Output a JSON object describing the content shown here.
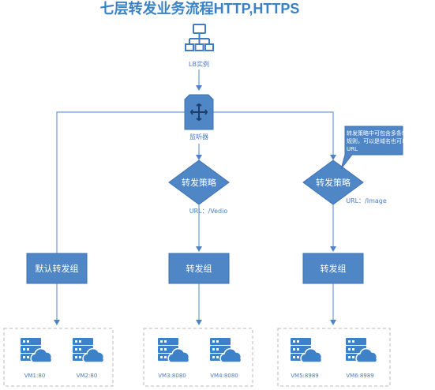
{
  "title": "七层转发业务流程HTTP,HTTPS",
  "lb": {
    "label": "LB实例"
  },
  "listener": {
    "label": "监听器"
  },
  "policies": [
    {
      "label": "转发策略",
      "url": "URL：/Vedio"
    },
    {
      "label": "转发策略",
      "url": "URL：/Image"
    }
  ],
  "callout": {
    "lines": [
      "转发策略中可包含多条转发",
      "规则，可以是域名也可以是",
      "URL"
    ]
  },
  "groups": [
    {
      "label": "默认转发组",
      "vms": [
        "VM1:80",
        "VM2:80"
      ]
    },
    {
      "label": "转发组",
      "vms": [
        "VM3:8080",
        "VM4:8080"
      ]
    },
    {
      "label": "转发组",
      "vms": [
        "VM5:8989",
        "VM6:8989"
      ]
    }
  ],
  "colors": {
    "node": "#4f86c6",
    "title": "#3b82c4",
    "line": "#4f84c4",
    "dashed": "#b8b8b8"
  }
}
